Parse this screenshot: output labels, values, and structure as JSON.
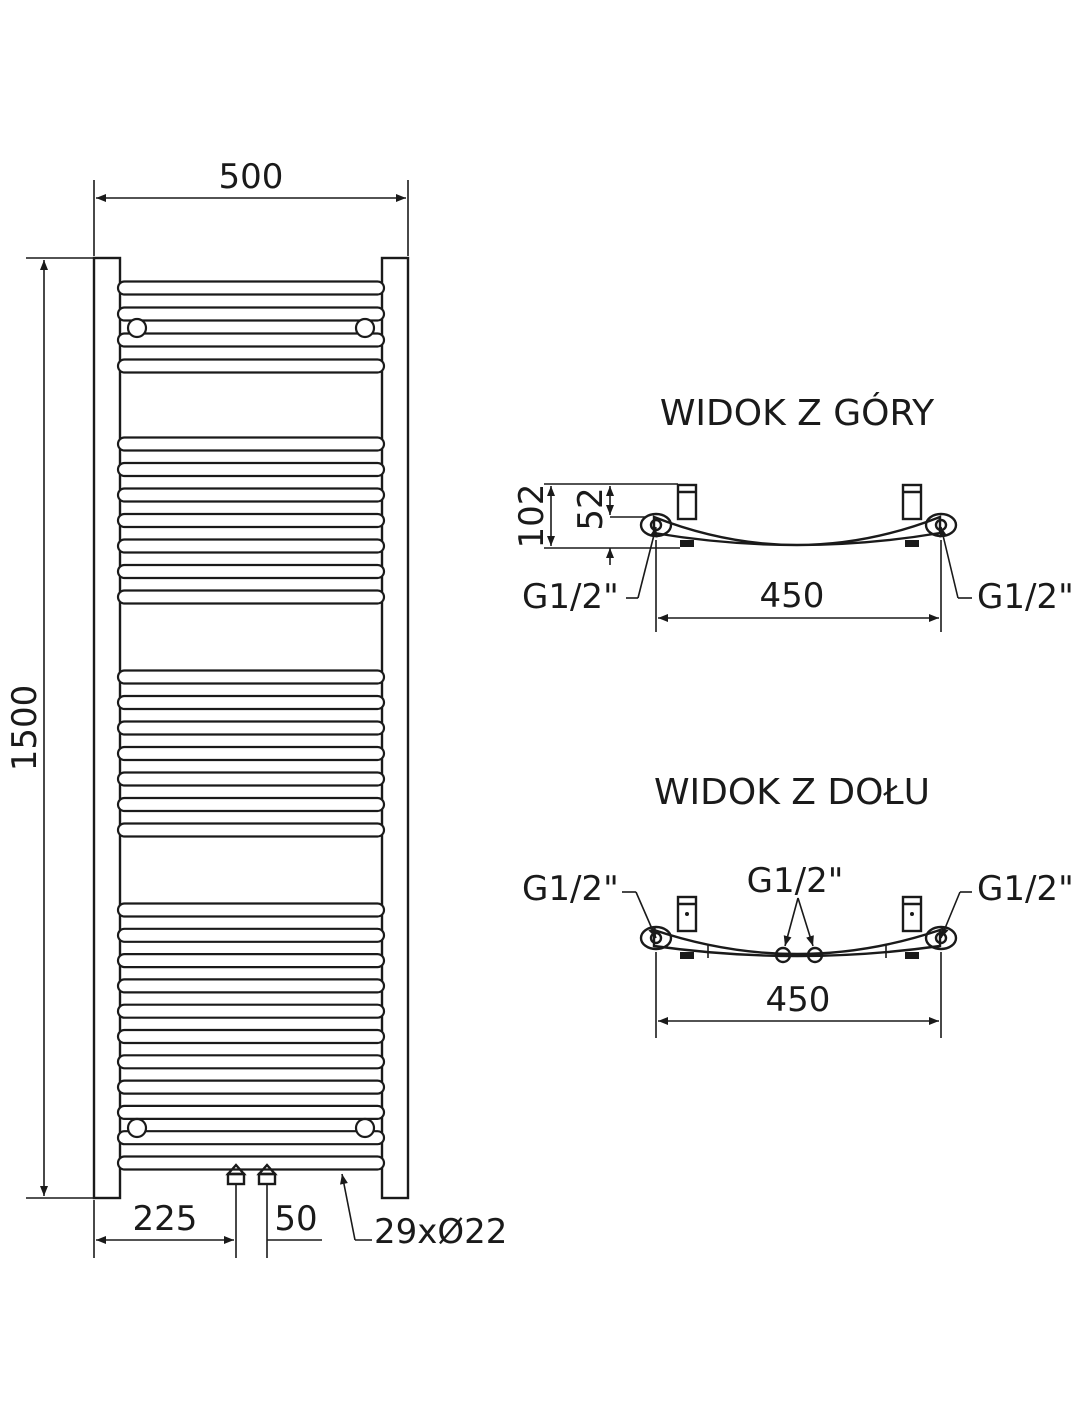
{
  "front_view": {
    "dim_width": "500",
    "dim_height": "1500",
    "dim_left_offset": "225",
    "dim_spacing": "50",
    "tube_spec": "29xØ22"
  },
  "top_view": {
    "title": "WIDOK Z GÓRY",
    "dim_depth_total": "102",
    "dim_depth_inner": "52",
    "dim_span": "450",
    "connector_left": "G1/2\"",
    "connector_right": "G1/2\""
  },
  "bottom_view": {
    "title": "WIDOK Z DOŁU",
    "dim_span": "450",
    "connector_left": "G1/2\"",
    "connector_center": "G1/2\"",
    "connector_right": "G1/2\""
  }
}
